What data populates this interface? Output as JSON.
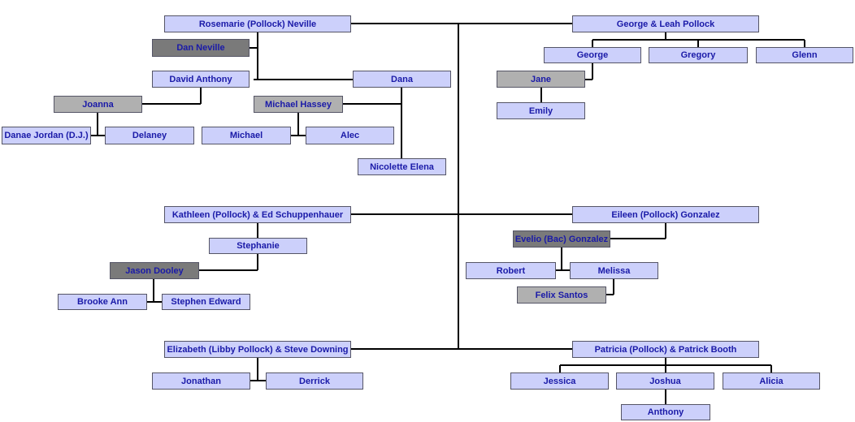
{
  "colors": {
    "member": "#ccd0fb",
    "spouse_light": "#b0b0b0",
    "spouse_dark": "#7a7a7a",
    "text": "#1a1aa8",
    "line": "#000000"
  },
  "people": {
    "rosemarie": "Rosemarie (Pollock) Neville",
    "dan": "Dan Neville",
    "david": "David Anthony",
    "dana": "Dana",
    "joanna": "Joanna",
    "michael_hassey": "Michael Hassey",
    "danae": "Danae Jordan (D.J.)",
    "delaney": "Delaney",
    "michael": "Michael",
    "alec": "Alec",
    "nicolette": "Nicolette Elena",
    "george_leah": "George & Leah Pollock",
    "george": "George",
    "gregory": "Gregory",
    "glenn": "Glenn",
    "jane": "Jane",
    "emily": "Emily",
    "kathleen": "Kathleen (Pollock) & Ed Schuppenhauer",
    "stephanie": "Stephanie",
    "jason": "Jason Dooley",
    "brooke": "Brooke Ann",
    "stephen": "Stephen Edward",
    "eileen": "Eileen (Pollock) Gonzalez",
    "evelio": "Evelio (Bac) Gonzalez",
    "robert": "Robert",
    "melissa": "Melissa",
    "felix": "Felix Santos",
    "elizabeth": "Elizabeth (Libby Pollock) & Steve Downing",
    "jonathan": "Jonathan",
    "derrick": "Derrick",
    "patricia": "Patricia (Pollock) & Patrick Booth",
    "jessica": "Jessica",
    "joshua": "Joshua",
    "alicia": "Alicia",
    "anthony": "Anthony"
  }
}
